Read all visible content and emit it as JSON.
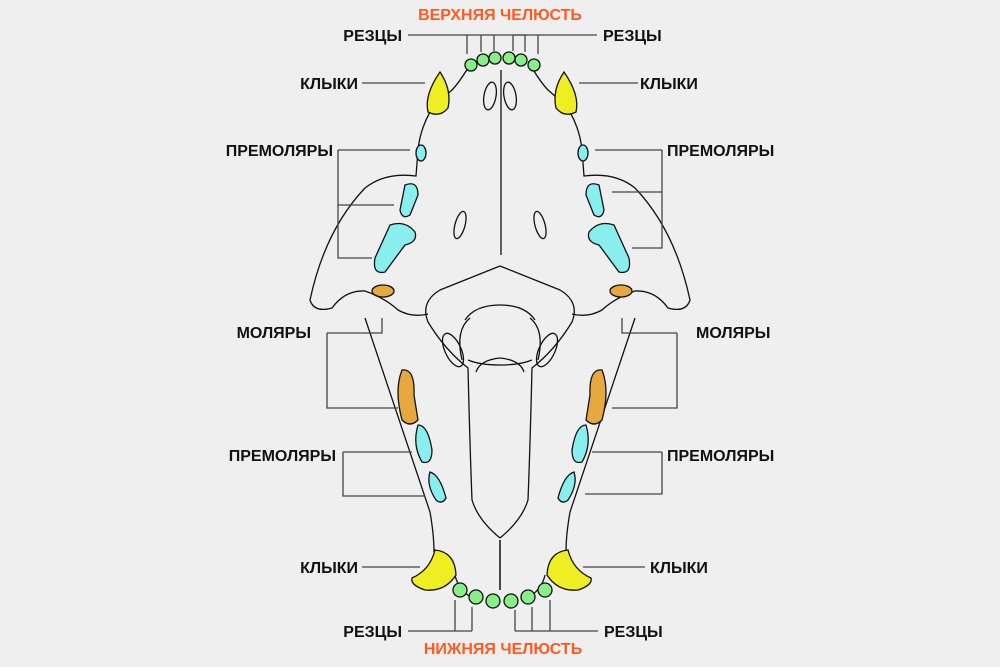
{
  "titles": {
    "upper": "ВЕРХНЯЯ ЧЕЛЮСТЬ",
    "lower": "НИЖНЯЯ ЧЕЛЮСТЬ"
  },
  "labels": {
    "incisors": "РЕЗЦЫ",
    "canines": "КЛЫКИ",
    "premolars": "ПРЕМОЛЯРЫ",
    "molars": "МОЛЯРЫ"
  },
  "colors": {
    "background": "#efefef",
    "title": "#ff5a1f",
    "incisors": "#88ee88",
    "canines": "#eeee22",
    "premolars": "#88eeee",
    "molars": "#e8a840"
  }
}
